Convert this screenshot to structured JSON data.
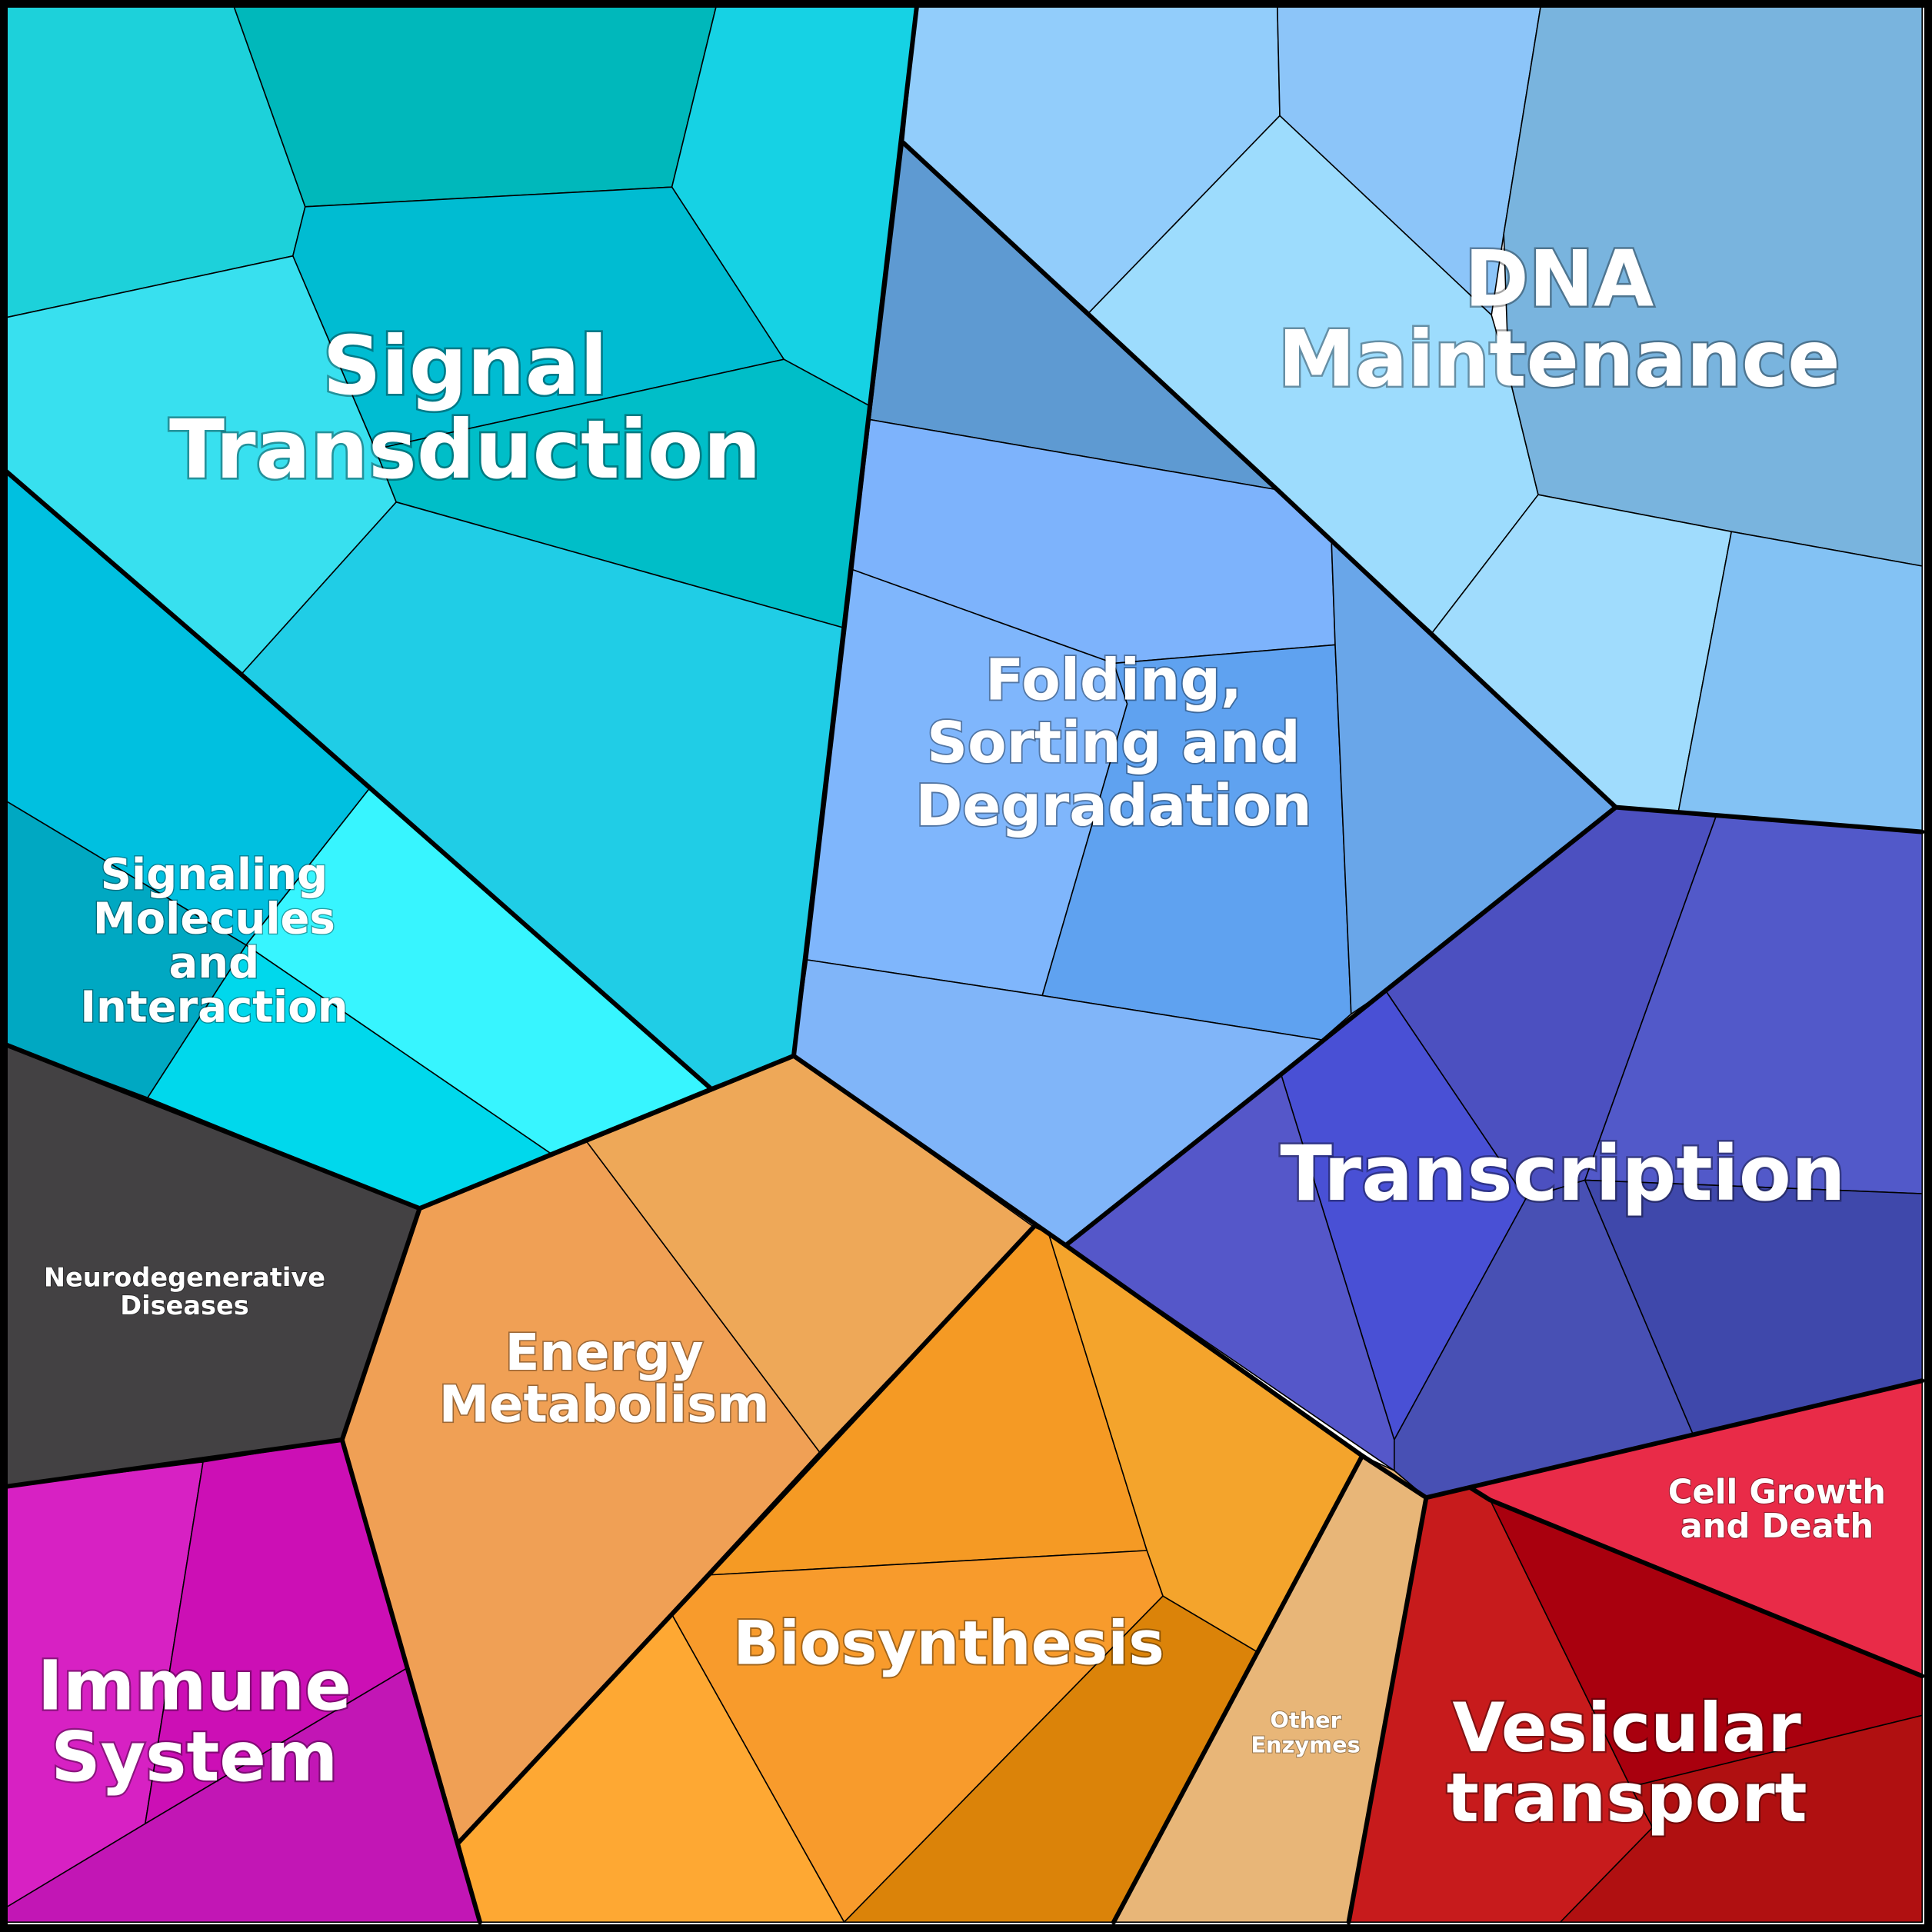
{
  "chart_data": {
    "type": "voronoi-treemap",
    "groups": [
      {
        "id": "signal",
        "label": "Signal\nTransduction",
        "color": "#1ac6d9"
      },
      {
        "id": "signaling",
        "label": "Signaling\nMolecules\nand\nInteraction",
        "color": "#00b8d0"
      },
      {
        "id": "neuro",
        "label": "Neurodegenerative\nDiseases",
        "color": "#434143"
      },
      {
        "id": "immune",
        "label": "Immune\nSystem",
        "color": "#c916b8"
      },
      {
        "id": "energy",
        "label": "Energy\nMetabolism",
        "color": "#f0a055"
      },
      {
        "id": "biosynthesis",
        "label": "Biosynthesis",
        "color": "#f59a24"
      },
      {
        "id": "other_enzymes",
        "label": "Other\nEnzymes",
        "color": "#e8b678"
      },
      {
        "id": "vesicular",
        "label": "Vesicular\ntransport",
        "color": "#c01818"
      },
      {
        "id": "cell_growth",
        "label": "Cell Growth\nand Death",
        "color": "#e92b48"
      },
      {
        "id": "transcription",
        "label": "Transcription",
        "color": "#4c50c0"
      },
      {
        "id": "folding",
        "label": "Folding,\nSorting and\nDegradation",
        "color": "#7cb3fb"
      },
      {
        "id": "dna",
        "label": "DNA\nMaintenance",
        "color": "#8ccaf8"
      }
    ]
  }
}
